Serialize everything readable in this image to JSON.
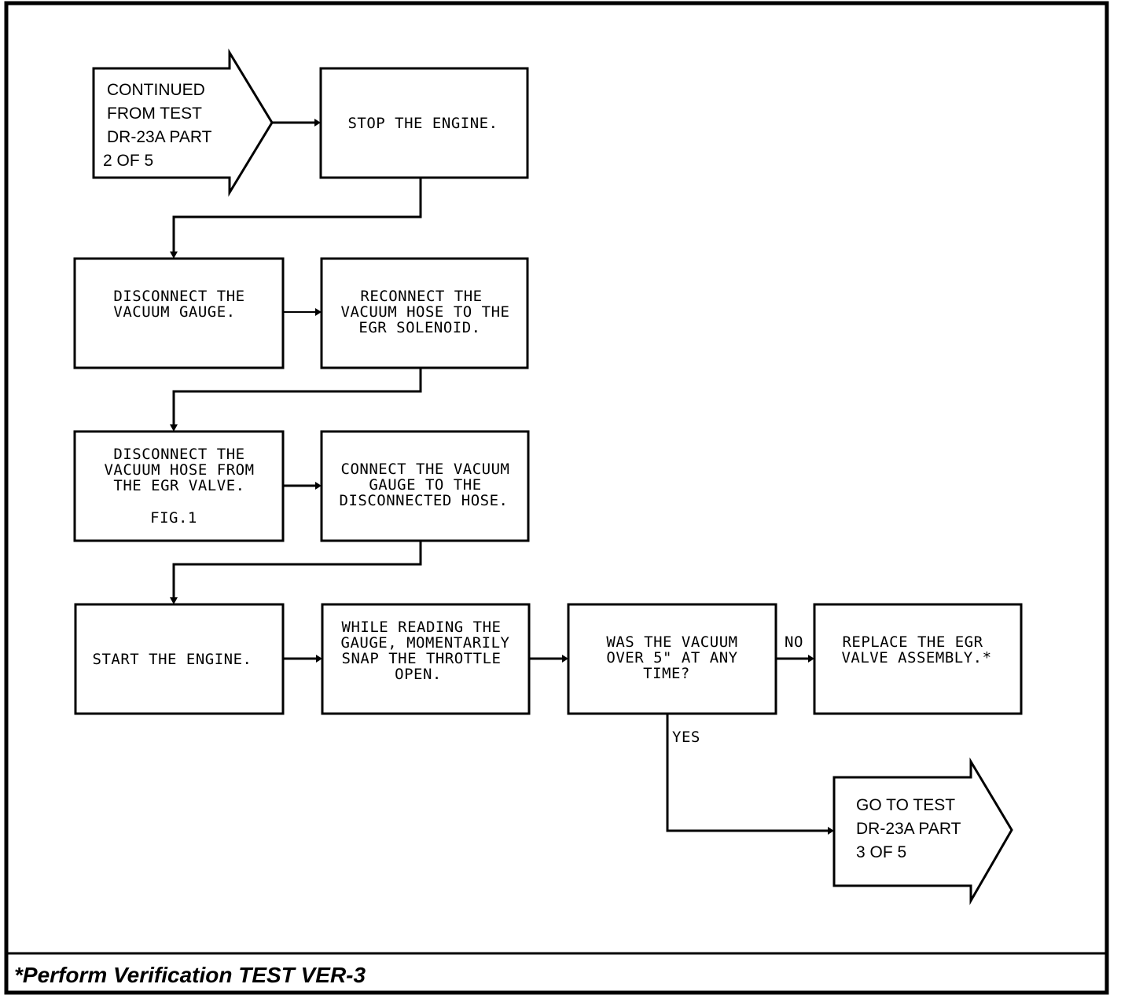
{
  "diagram": {
    "title": "EGR valve vacuum test flowchart",
    "start_connector": {
      "lines": [
        "CONTINUED",
        "FROM TEST",
        "DR-23A PART",
        "2 OF 5"
      ]
    },
    "steps": {
      "stop_engine": {
        "lines": [
          "STOP THE ENGINE."
        ]
      },
      "disconnect_gauge": {
        "lines": [
          "DISCONNECT THE",
          "VACUUM GAUGE."
        ]
      },
      "reconnect_hose": {
        "lines": [
          "RECONNECT THE",
          "VACUUM HOSE TO THE",
          "EGR SOLENOID."
        ]
      },
      "disconnect_hose": {
        "lines": [
          "DISCONNECT THE",
          "VACUUM HOSE FROM",
          "THE EGR VALVE.",
          "FIG.1"
        ]
      },
      "connect_gauge": {
        "lines": [
          "CONNECT THE VACUUM",
          "GAUGE TO THE",
          "DISCONNECTED HOSE."
        ]
      },
      "start_engine": {
        "lines": [
          "START THE ENGINE."
        ]
      },
      "snap_throttle": {
        "lines": [
          "WHILE READING THE",
          "GAUGE, MOMENTARILY",
          "SNAP THE THROTTLE",
          "OPEN."
        ]
      },
      "decision_vacuum": {
        "lines": [
          "WAS THE VACUUM",
          "OVER 5\" AT ANY",
          "TIME?"
        ]
      },
      "replace_egr": {
        "lines": [
          "REPLACE THE EGR",
          "VALVE ASSEMBLY.*"
        ]
      }
    },
    "branch_labels": {
      "no": "NO",
      "yes": "YES"
    },
    "end_connector": {
      "lines": [
        "GO TO TEST",
        "DR-23A PART",
        "3 OF 5"
      ]
    },
    "footnote": "*Perform Verification TEST VER-3"
  }
}
